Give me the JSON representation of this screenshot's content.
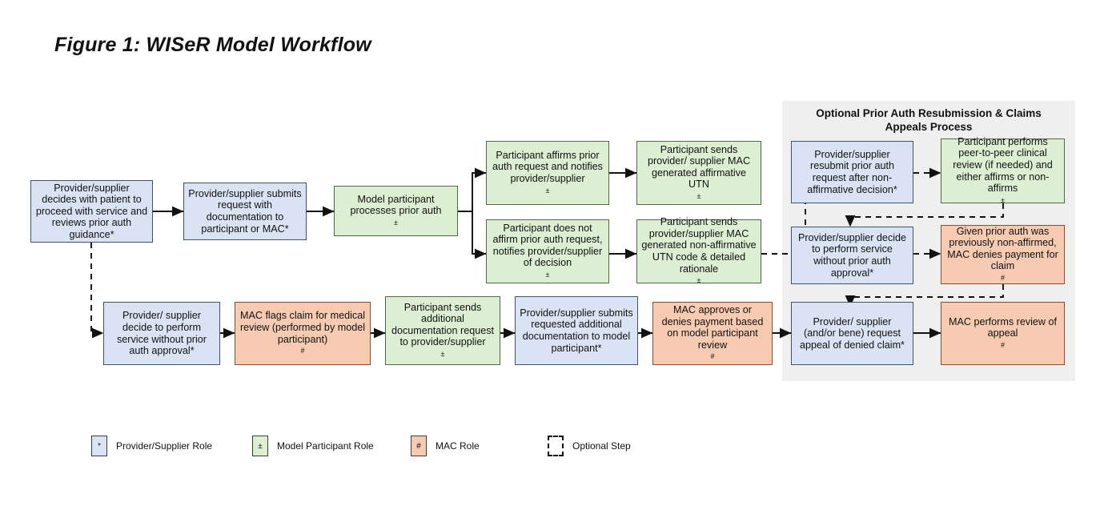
{
  "figure": {
    "title": "Figure 1: WISeR Model Workflow"
  },
  "colors": {
    "provider_supplier": "#dae3f3",
    "model_participant": "#dcefd3",
    "mac": "#f6cbb2",
    "panel_background": "#efefef",
    "border": "#3b3b3b"
  },
  "panel": {
    "title_line1": "Optional Prior Auth Resubmission & Claims",
    "title_line2": "Appeals Process"
  },
  "nodes": {
    "n1": {
      "role": "provider_supplier",
      "text": "Provider/supplier decides with patient to proceed with service and reviews prior auth guidance*"
    },
    "n2": {
      "role": "provider_supplier",
      "text": "Provider/supplier submits request with documentation to participant or MAC*"
    },
    "n3": {
      "role": "model_participant",
      "text": "Model participant processes prior auth",
      "marker": "±"
    },
    "n4": {
      "role": "model_participant",
      "text": "Participant affirms prior auth request and notifies provider/supplier",
      "marker": "±"
    },
    "n5": {
      "role": "model_participant",
      "text": "Participant does not affirm prior auth request, notifies provider/supplier of decision",
      "marker": "±"
    },
    "n6": {
      "role": "model_participant",
      "text": "Participant sends provider/ supplier MAC generated affirmative UTN",
      "marker": "±"
    },
    "n7": {
      "role": "model_participant",
      "text": "Participant sends provider/supplier MAC generated non-affirmative UTN code & detailed rationale",
      "marker": "±"
    },
    "n8": {
      "role": "provider_supplier",
      "text": "Provider/supplier resubmit prior auth request after non-affirmative decision*"
    },
    "n9": {
      "role": "model_participant",
      "text": "Participant performs peer-to-peer clinical review (if needed) and either affirms or non-affirms",
      "marker": "±"
    },
    "n10": {
      "role": "provider_supplier",
      "text": "Provider/supplier decide to perform service without prior auth approval*"
    },
    "n11": {
      "role": "mac",
      "text": "Given prior auth was previously non-affirmed, MAC denies payment for claim",
      "marker": "#"
    },
    "n12": {
      "role": "provider_supplier",
      "text": "Provider/ supplier decide to perform service without prior auth approval*"
    },
    "n13": {
      "role": "mac",
      "text": "MAC flags claim for medical review (performed by model participant)",
      "marker": "#"
    },
    "n14": {
      "role": "model_participant",
      "text": "Participant sends additional documentation request to provider/supplier",
      "marker": "±"
    },
    "n15": {
      "role": "provider_supplier",
      "text": "Provider/supplier submits requested additional documentation to model participant*"
    },
    "n16": {
      "role": "mac",
      "text": "MAC approves or denies payment based on model participant review",
      "marker": "#"
    },
    "n17": {
      "role": "provider_supplier",
      "text": "Provider/ supplier (and/or bene) request appeal of denied claim*"
    },
    "n18": {
      "role": "mac",
      "text": "MAC performs review of appeal",
      "marker": "#"
    }
  },
  "legend": [
    {
      "symbol": "*",
      "label": "Provider/Supplier Role",
      "style": "blue"
    },
    {
      "symbol": "±",
      "label": "Model Participant Role",
      "style": "green"
    },
    {
      "symbol": "#",
      "label": "MAC Role",
      "style": "orange"
    },
    {
      "symbol": "",
      "label": "Optional Step",
      "style": "dashed"
    }
  ]
}
